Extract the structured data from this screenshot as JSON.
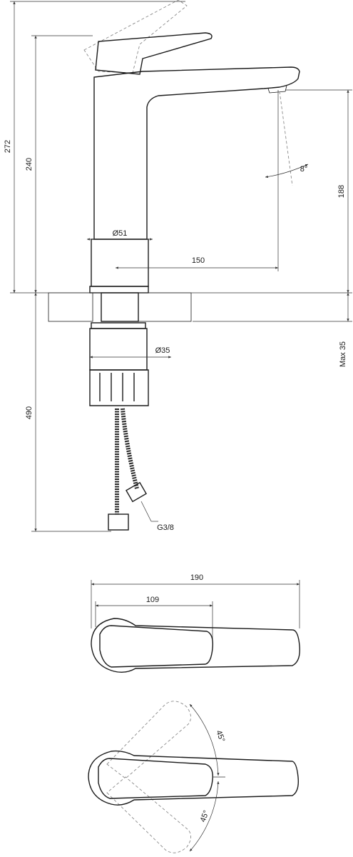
{
  "dimensions": {
    "overall_height": "272",
    "body_height": "240",
    "spout_height": "188",
    "body_diameter": "Ø51",
    "spout_reach": "150",
    "spout_angle": "8°",
    "shank_diameter": "Ø35",
    "max_counter_thickness": "Max 35",
    "hose_length": "490",
    "hose_thread": "G3/8",
    "top_length": "190",
    "handle_length": "109",
    "rotation_angle_upper": "45°",
    "rotation_angle_lower": "45°"
  }
}
